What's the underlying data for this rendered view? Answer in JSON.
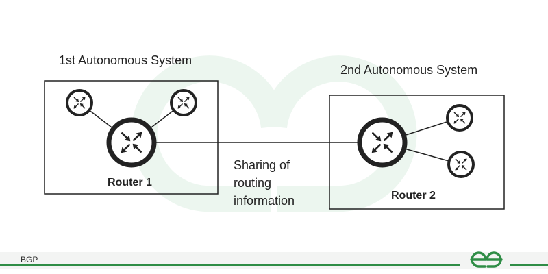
{
  "diagram": {
    "as1": {
      "title": "1st Autonomous System",
      "router_label": "Router 1"
    },
    "as2": {
      "title": "2nd Autonomous System",
      "router_label": "Router 2"
    },
    "link_label_lines": [
      "Sharing of",
      "routing",
      "information"
    ]
  },
  "footer": {
    "label": "BGP"
  },
  "colors": {
    "line": "#222222",
    "router_fill": "#ffffff",
    "accent_green": "#2f8d46",
    "watermark": "#e9f4ec"
  },
  "icons": {
    "router": "router-arrows-icon",
    "logo": "gfg-logo"
  }
}
